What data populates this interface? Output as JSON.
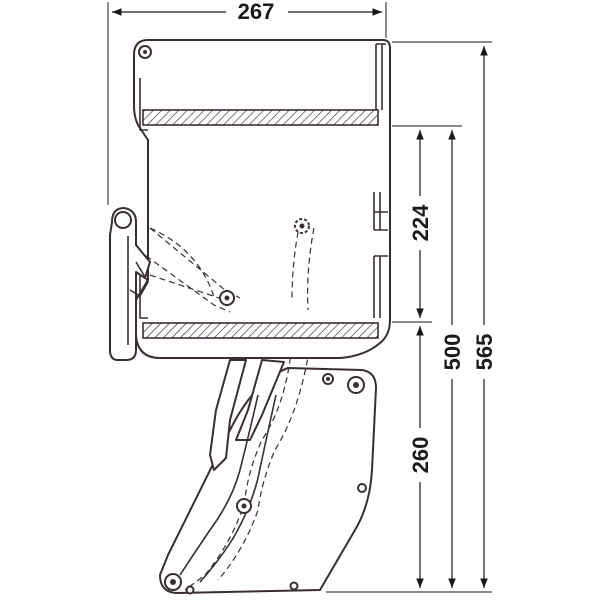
{
  "dimensions": {
    "width": "267",
    "shelf_spacing": "224",
    "mechanism_height": "260",
    "shelf_height": "500",
    "overall_height": "565"
  }
}
